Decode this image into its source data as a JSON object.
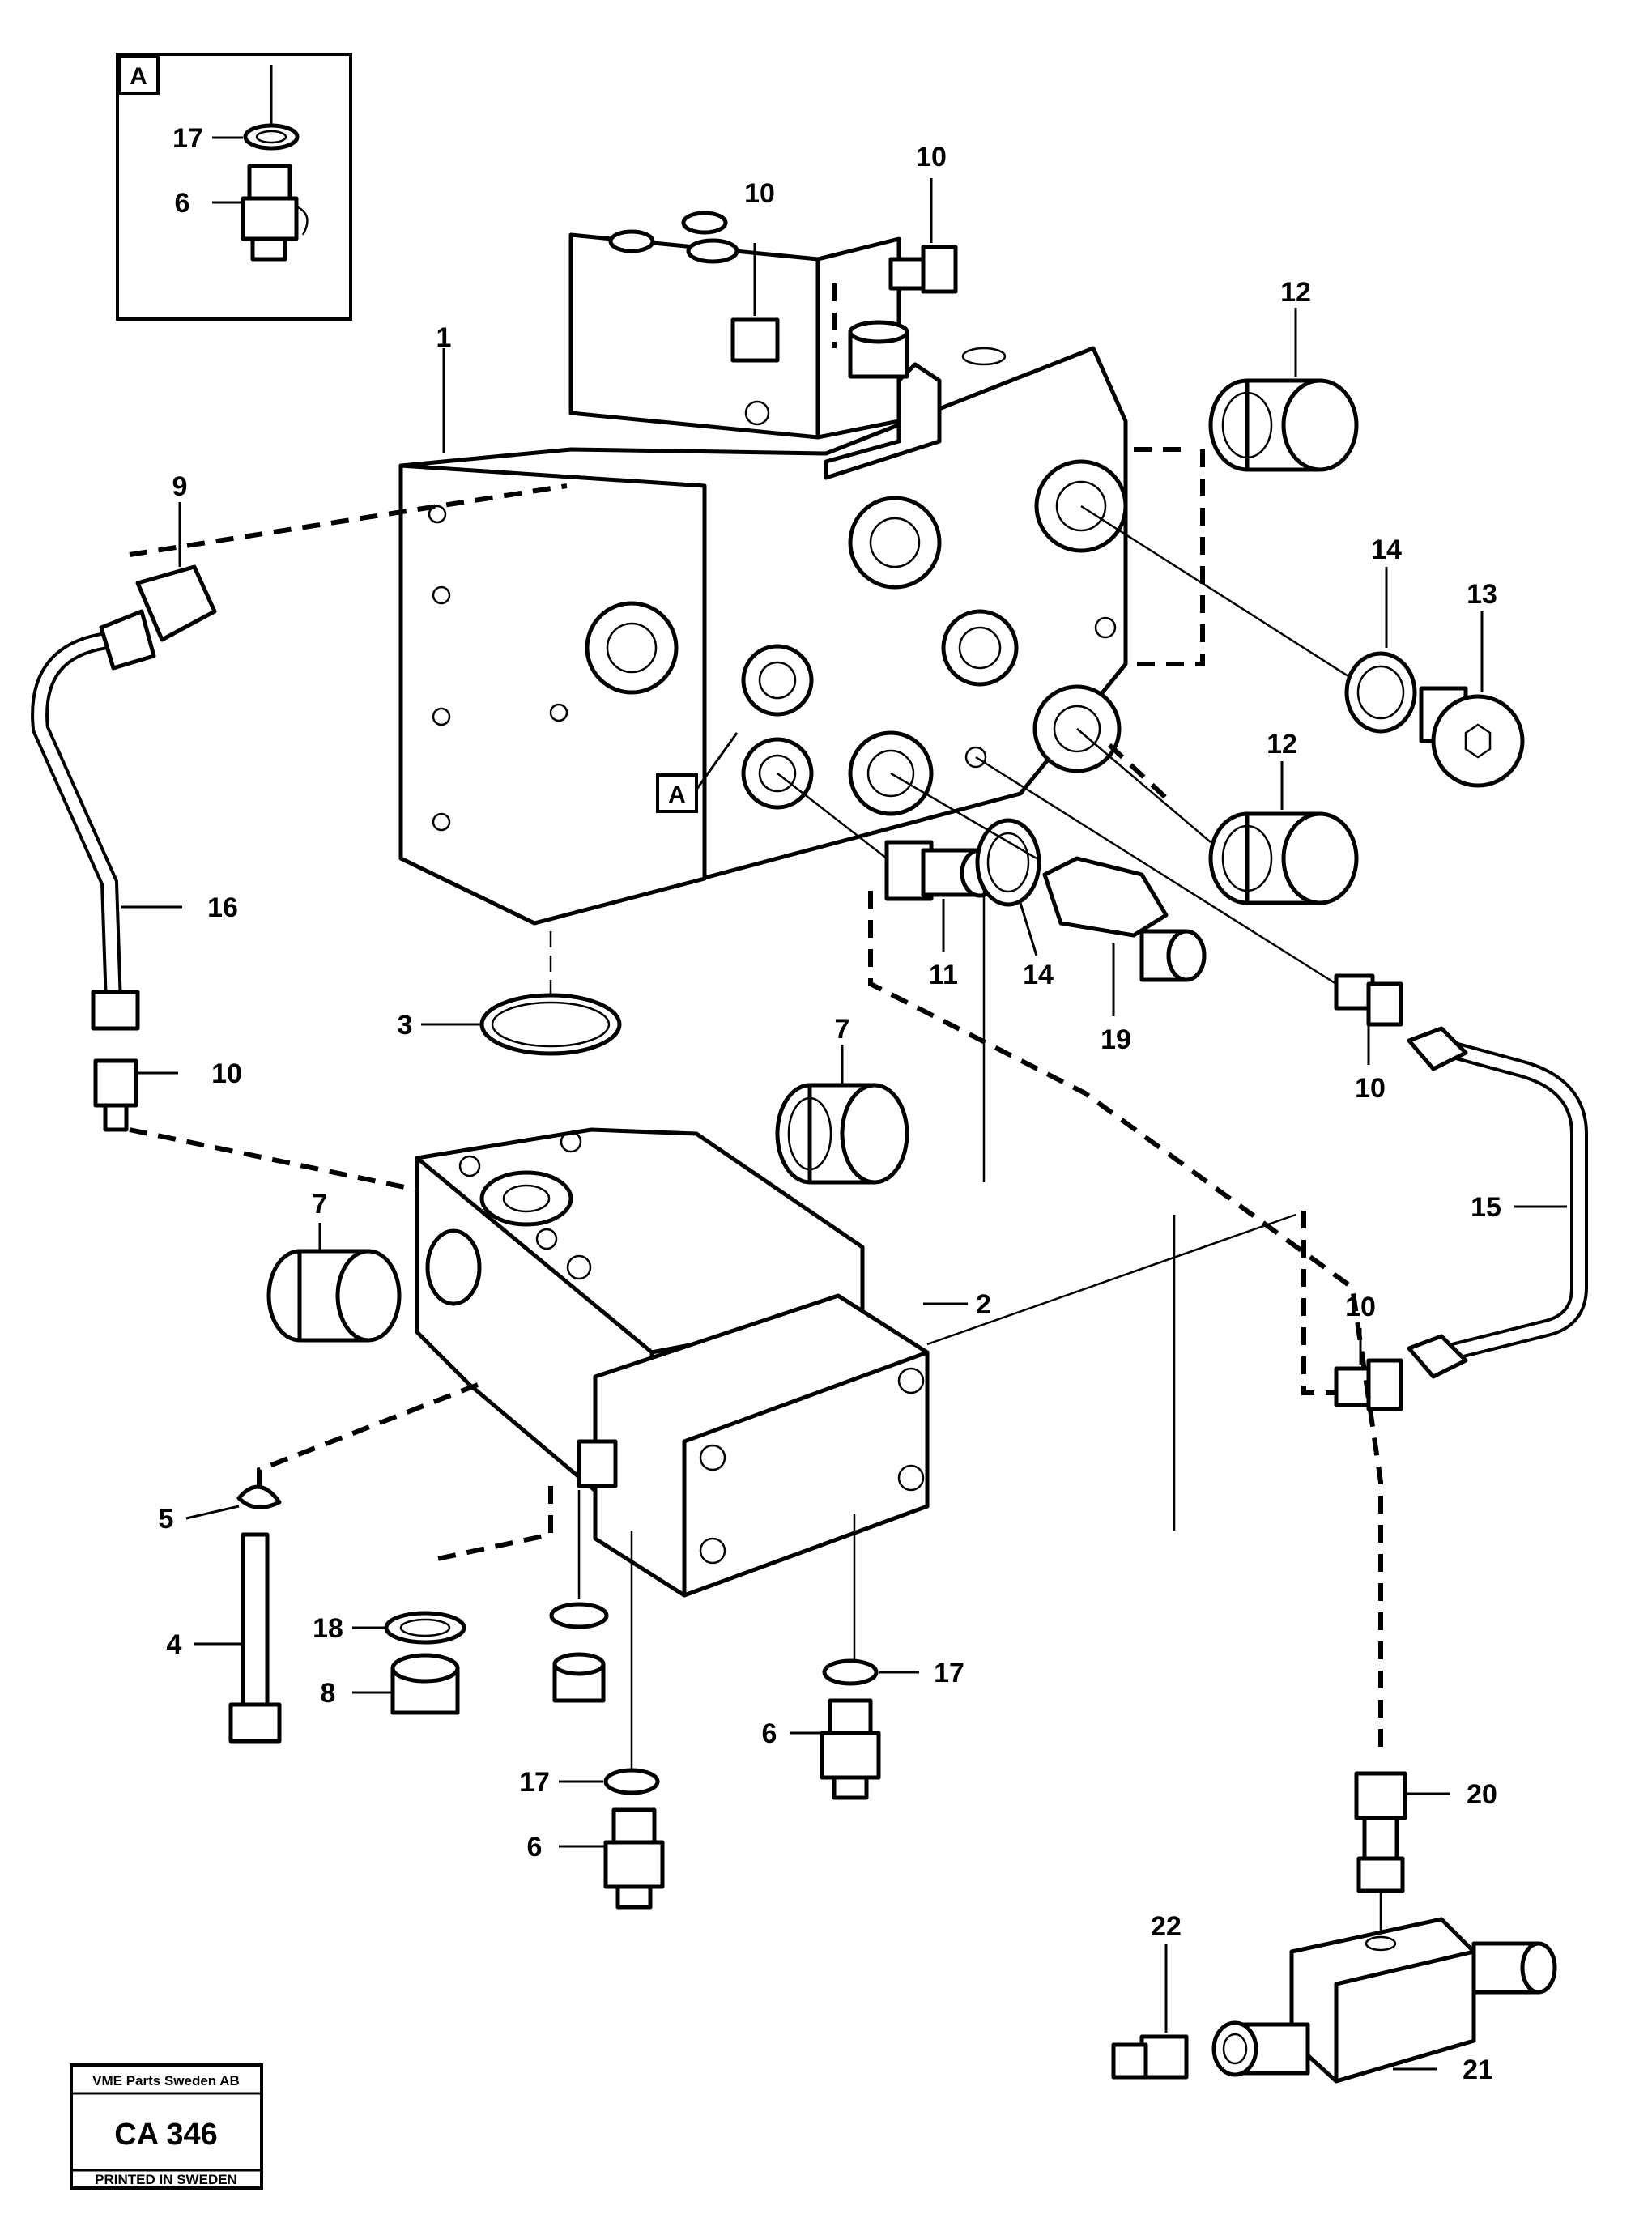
{
  "callouts": {
    "detail_A": "A",
    "ref_A": "A",
    "p1": "1",
    "p2": "2",
    "p3": "3",
    "p4": "4",
    "p5": "5",
    "p6a": "6",
    "p6b": "6",
    "p6c": "6",
    "p7a": "7",
    "p7b": "7",
    "p8": "8",
    "p9": "9",
    "p10a": "10",
    "p10b": "10",
    "p10c": "10",
    "p10d": "10",
    "p10e": "10",
    "p11": "11",
    "p12a": "12",
    "p12b": "12",
    "p13": "13",
    "p14a": "14",
    "p14b": "14",
    "p15": "15",
    "p16": "16",
    "p17a": "17",
    "p17b": "17",
    "p17c": "17",
    "p18": "18",
    "p19": "19",
    "p20": "20",
    "p21": "21",
    "p22": "22"
  },
  "stamp": {
    "company": "VME Parts Sweden AB",
    "code": "CA 346",
    "printed": "PRINTED IN SWEDEN"
  }
}
